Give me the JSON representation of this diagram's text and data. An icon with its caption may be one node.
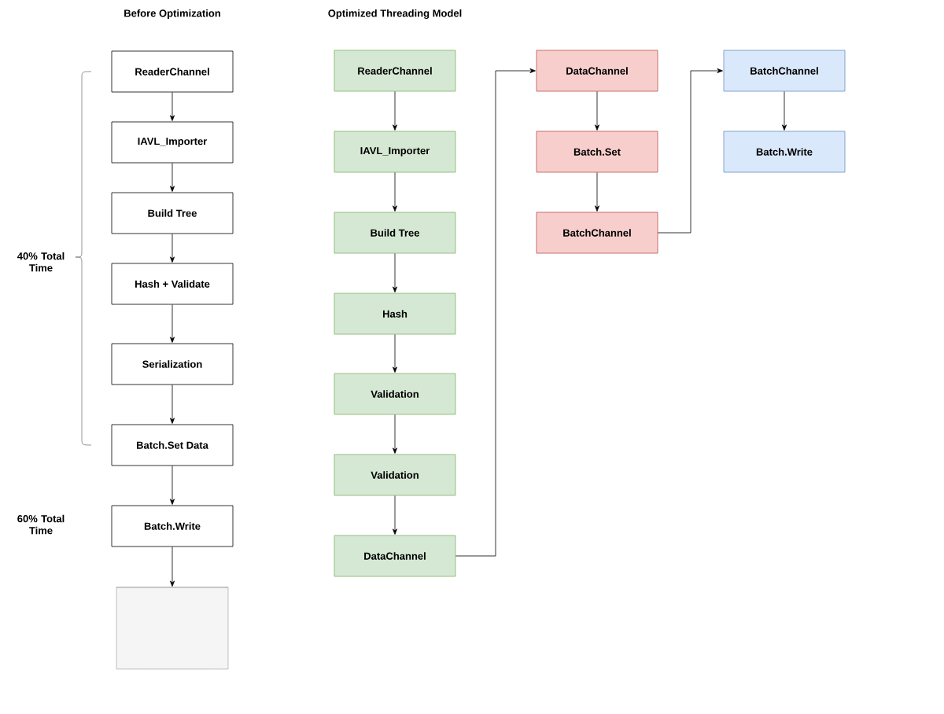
{
  "diagram": {
    "nodes": [
      {
        "text": [
          "ReaderChannel"
        ]
      },
      {
        "text": [
          "IAVL_Importer"
        ]
      },
      {
        "text": [
          "Build Tree"
        ]
      },
      {
        "text": [
          "Hash + Validate"
        ]
      },
      {
        "text": [
          "Serialization"
        ]
      },
      {
        "text": [
          "Batch.Set Data"
        ]
      },
      {
        "text": [
          "Batch.Write"
        ]
      },
      {
        "text": [],
        "shape": "cylinder"
      },
      {
        "text": [
          "ReaderChannel"
        ]
      },
      {
        "text": [
          "IAVL_Importer"
        ]
      },
      {
        "text": [
          "Build Tree"
        ]
      },
      {
        "text": [
          "Hash"
        ]
      },
      {
        "text": [
          "Validation"
        ]
      },
      {
        "text": [
          "Validation"
        ]
      },
      {
        "text": [
          "DataChannel"
        ]
      },
      {
        "text": [
          "DataChannel"
        ]
      },
      {
        "text": [
          "Batch.Set"
        ]
      },
      {
        "text": [
          "BatchChannel"
        ]
      },
      {
        "text": [
          "BatchChannel"
        ]
      },
      {
        "text": [
          "Batch.Write"
        ]
      }
    ],
    "edges": [
      {
        "from": 0,
        "to": 1,
        "arrow": "to"
      },
      {
        "from": 1,
        "to": 2,
        "arrow": "to"
      },
      {
        "from": 2,
        "to": 3,
        "arrow": "to"
      },
      {
        "from": 3,
        "to": 4,
        "arrow": "to"
      },
      {
        "from": 4,
        "to": 5,
        "arrow": "to"
      },
      {
        "from": 5,
        "to": 6,
        "arrow": "to"
      },
      {
        "from": 6,
        "to": 7,
        "arrow": "to"
      },
      {
        "from": 8,
        "to": 9,
        "arrow": "to"
      },
      {
        "from": 9,
        "to": 10,
        "arrow": "to"
      },
      {
        "from": 10,
        "to": 11,
        "arrow": "to"
      },
      {
        "from": 11,
        "to": 12,
        "arrow": "to"
      },
      {
        "from": 12,
        "to": 13,
        "arrow": "to"
      },
      {
        "from": 13,
        "to": 14,
        "arrow": "to"
      },
      {
        "from": 14,
        "to": 15,
        "arrow": "to"
      },
      {
        "from": 15,
        "to": 16,
        "arrow": "to"
      },
      {
        "from": 16,
        "to": 17,
        "arrow": "to"
      },
      {
        "from": 17,
        "to": 18,
        "arrow": "to"
      },
      {
        "from": 18,
        "to": 19,
        "arrow": "to"
      }
    ],
    "labels": [
      "Before Optimization",
      "Optimized Threading Model",
      "40% Total Time",
      "60% Total Time"
    ]
  }
}
